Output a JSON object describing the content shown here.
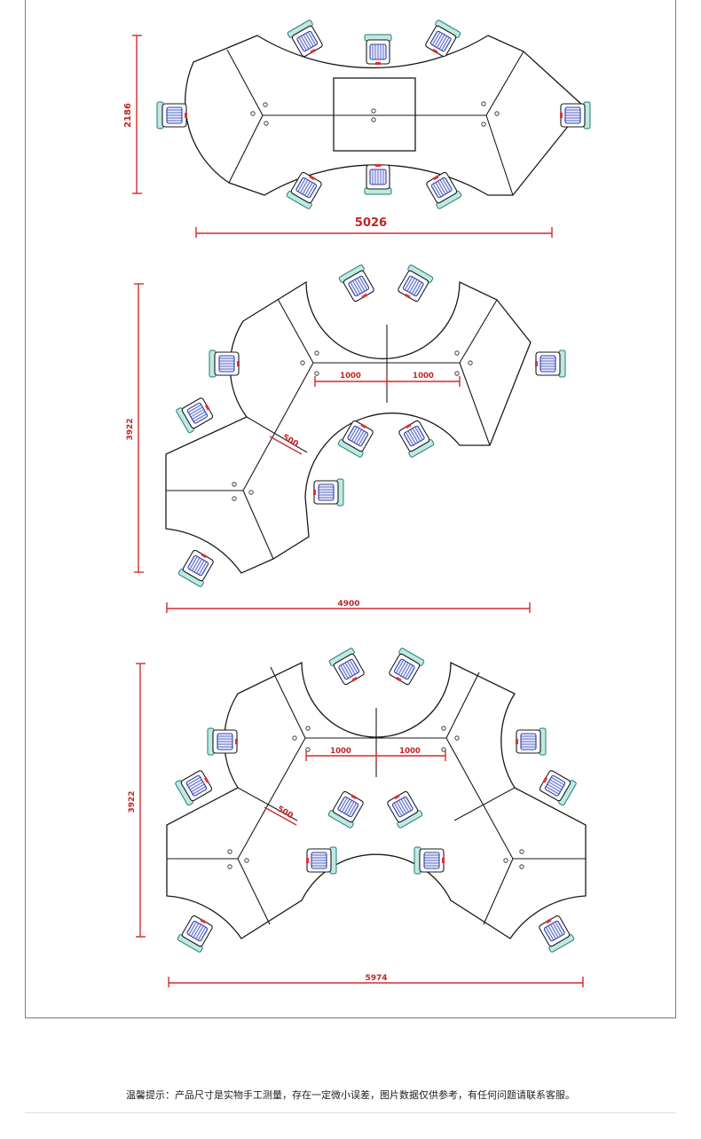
{
  "layouts": [
    {
      "width_label": "5026",
      "depth_label": "2186"
    },
    {
      "width_label": "4900",
      "depth_label": "3922",
      "segment_labels": [
        "1000",
        "1000"
      ],
      "gap_label": "500"
    },
    {
      "width_label": "5974",
      "depth_label": "3922",
      "segment_labels": [
        "1000",
        "1000"
      ],
      "gap_label": "500"
    }
  ],
  "colors": {
    "dimension": "#d42a2a",
    "chair_frame": "#5bbdb4",
    "chair_seat": "#2d3fa8",
    "chair_accent": "#e03030"
  },
  "footer": {
    "note": "温馨提示：产品尺寸是实物手工测量，存在一定微小误差，图片数据仅供参考，有任何问题请联系客服。"
  }
}
